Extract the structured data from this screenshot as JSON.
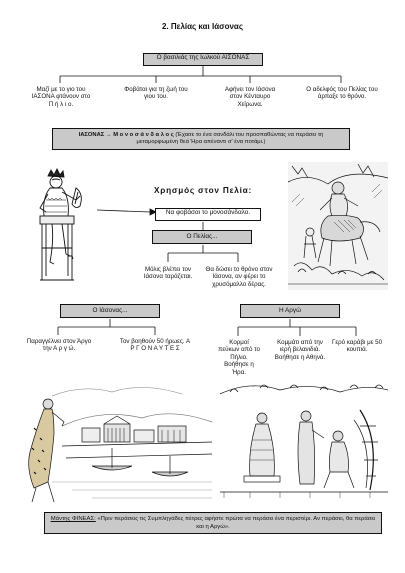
{
  "title": "2.  Πελίας και Ιάσονας",
  "top_box": "Ο βασιλιάς της Ιωλκού ΑΙΣΟΝΑΣ",
  "children": [
    "Μαζί με το γιο του ΙΑΣΟΝΑ φτάνουν στο Π ή λ ι ο.",
    "Φοβάται για τη ζωή του γιου του.",
    "Αφήνει τον Ιάσονα στον Κένταυρο Χείρωνα.",
    "Ο αδελφός του Πελίας του άρπαξε το θρόνο."
  ],
  "monosandalos": {
    "lead": "ΙΑΣΟΝΑΣ → Μ ο ν ο σ ά ν δ α λ ο ς",
    "text": "(Έχασε το ένα σανδάλι του προσπαθώντας να περάσει τη μεταμορφωμένη θεά Ήρα απέναντι σ' ένα ποτάμι.)"
  },
  "oracle": {
    "heading": "Χρησμός στον Πελία:",
    "message": "Να φοβάσαι το μονοσάνδαλο.",
    "pelias": "Ο Πελίας..."
  },
  "pelias_items": [
    "Μόλις βλέπει τον Ιάσονα ταράζεται.",
    "Θα δώσει το θρόνο στον Ιάσονα, αν φέρει το χρυσόμαλλο δέρας."
  ],
  "jason": {
    "label": "Ο Ιάσονας...",
    "items": [
      "Παραγγέλνει στον Άργο την Α ρ γ ώ.",
      "Τον βοηθούν 50 ήρωες. Α Ρ Γ Ο Ν Α Υ Τ Ε Σ"
    ]
  },
  "argo": {
    "label": "Η Αργώ",
    "items": [
      "Κορμοί πεύκων από το Πήλιο. Βοήθησε η Ήρα.",
      "Κομμάτι από την ιερή βελανιδιά. Βοήθησε η Αθηνά.",
      "Γερό καράβι με 50 κουπιά."
    ]
  },
  "phineas": {
    "label": "Μάντης ΦΙΝΕΑΣ:",
    "text": "«Πριν περάσεις τις Συμπληγάδες πέτρες αφήστε πρώτα να περάσει ένα περιστέρι. Αν περάσει, θα περάσει και η Αργώ»."
  }
}
